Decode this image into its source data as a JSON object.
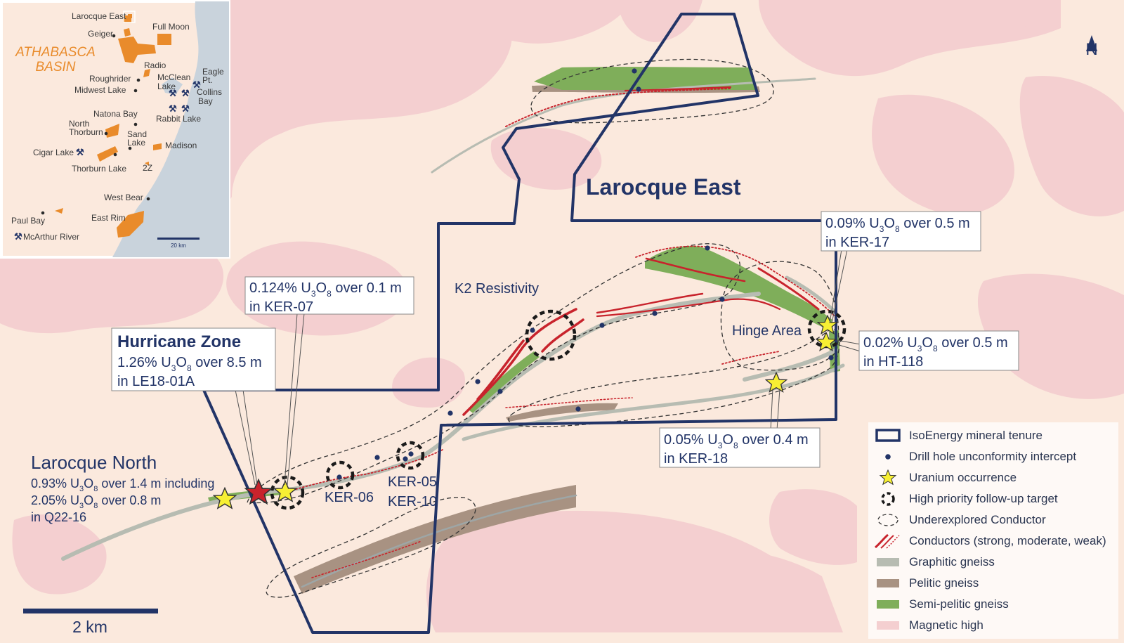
{
  "title": "Larocque East",
  "north_label": "N",
  "scale_label": "2 km",
  "colors": {
    "tenure": "#223467",
    "conductor": "#c8232c",
    "graphitic": "#b7bcb2",
    "pelitic": "#a89282",
    "semipelitic": "#7fae5a",
    "magnetic": "#f4cfd0",
    "star": "#f7ef33",
    "hurricane_star": "#c8232c",
    "basin": "#e98b2b"
  },
  "places": {
    "larocque_north": "Larocque North",
    "k2": "K2 Resistivity",
    "hinge": "Hinge Area",
    "ker06": "KER-06",
    "ker05": "KER-05",
    "ker10": "KER-10"
  },
  "larocque_north_lines": {
    "l1_a": "0.93% U",
    "l1_sub": "3",
    "l1_b": "O",
    "l1_sub2": "8",
    "l1_c": " over 1.4 m including",
    "l2_a": "2.05% U",
    "l2_sub": "3",
    "l2_b": "O",
    "l2_sub2": "8",
    "l2_c": " over 0.8 m",
    "l3": "in Q22-16"
  },
  "callouts": {
    "hurricane": {
      "title": "Hurricane Zone",
      "a": "1.26% U",
      "s1": "3",
      "b": "O",
      "s2": "8",
      "c": " over 8.5 m",
      "hole": "in LE18-01A"
    },
    "ker07": {
      "a": "0.124% U",
      "s1": "3",
      "b": "O",
      "s2": "8",
      "c": " over 0.1 m",
      "hole": "in KER-07"
    },
    "ker17": {
      "a": "0.09% U",
      "s1": "3",
      "b": "O",
      "s2": "8",
      "c": " over 0.5 m",
      "hole": "in KER-17"
    },
    "ht118": {
      "a": "0.02% U",
      "s1": "3",
      "b": "O",
      "s2": "8",
      "c": " over 0.5 m",
      "hole": "in HT-118"
    },
    "ker18": {
      "a": "0.05% U",
      "s1": "3",
      "b": "O",
      "s2": "8",
      "c": " over 0.4 m",
      "hole": "in KER-18"
    }
  },
  "inset": {
    "basin_line1": "ATHABASCA",
    "basin_line2": "BASIN",
    "labels": {
      "larocque_east": "Larocque East",
      "geiger": "Geiger",
      "full_moon": "Full Moon",
      "radio": "Radio",
      "roughrider": "Roughrider",
      "midwest": "Midwest Lake",
      "mcclean1": "McClean",
      "mcclean2": "Lake",
      "eagle1": "Eagle",
      "eagle2": "Pt.",
      "collins1": "Collins",
      "collins2": "Bay",
      "rabbit": "Rabbit Lake",
      "natona": "Natona Bay",
      "north_thorburn1": "North",
      "north_thorburn2": "Thorburn",
      "sand1": "Sand",
      "sand2": "Lake",
      "madison": "Madison",
      "cigar": "Cigar Lake",
      "thorburn": "Thorburn Lake",
      "twoz": "2Z",
      "west_bear": "West Bear",
      "paul_bay": "Paul Bay",
      "east_rim": "East Rim",
      "mcarthur": "McArthur River",
      "scale": "20 km"
    }
  },
  "legend": [
    {
      "key": "tenure",
      "label": "IsoEnergy mineral tenure"
    },
    {
      "key": "drill",
      "label": "Drill hole unconformity intercept"
    },
    {
      "key": "uranium",
      "label": "Uranium occurrence"
    },
    {
      "key": "priority",
      "label": "High priority follow-up target"
    },
    {
      "key": "underexplored",
      "label": "Underexplored Conductor"
    },
    {
      "key": "conductors",
      "label": "Conductors (strong, moderate, weak)"
    },
    {
      "key": "graphitic",
      "label": "Graphitic gneiss"
    },
    {
      "key": "pelitic",
      "label": "Pelitic gneiss"
    },
    {
      "key": "semipelitic",
      "label": "Semi-pelitic gneiss"
    },
    {
      "key": "magnetic",
      "label": "Magnetic high"
    }
  ]
}
